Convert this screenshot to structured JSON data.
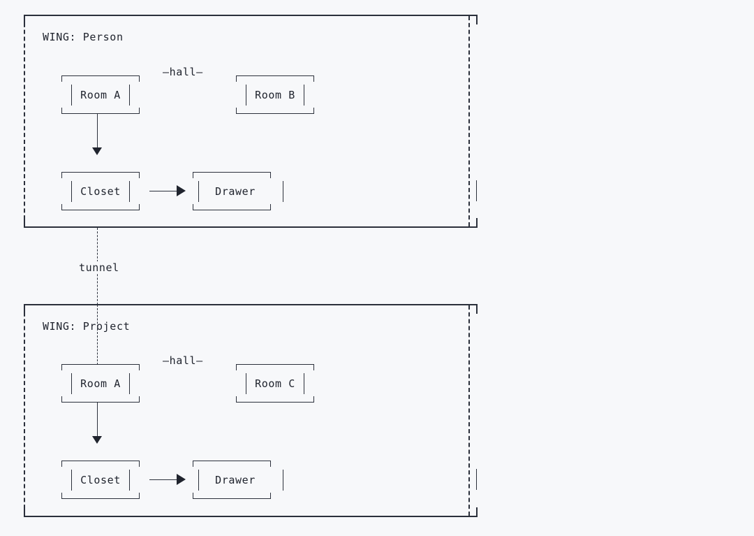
{
  "diagram": {
    "style": "ascii-art",
    "background_color": "#f7f8fa",
    "ink_color": "#20242e",
    "wings": [
      {
        "id": "wing-person",
        "title": "WING: Person",
        "rooms": [
          {
            "id": "person-room-a",
            "label": "Room A",
            "style": "full"
          },
          {
            "id": "person-room-b",
            "label": "Room B",
            "style": "full"
          },
          {
            "id": "person-closet",
            "label": "Closet",
            "style": "full"
          },
          {
            "id": "person-drawer",
            "label": "Drawer",
            "style": "drawer"
          }
        ],
        "edges": [
          {
            "id": "person-hall",
            "label": "—hall—",
            "from": "Room A",
            "to": "Room B",
            "kind": "hall"
          },
          {
            "id": "person-room-a-to-closet",
            "label": "",
            "from": "Room A",
            "to": "Closet",
            "kind": "down-arrow"
          },
          {
            "id": "person-closet-to-drawer",
            "label": "",
            "from": "Closet",
            "to": "Drawer",
            "kind": "right-arrow"
          }
        ]
      },
      {
        "id": "wing-project",
        "title": "WING: Project",
        "rooms": [
          {
            "id": "project-room-a",
            "label": "Room A",
            "style": "full"
          },
          {
            "id": "project-room-c",
            "label": "Room C",
            "style": "full"
          },
          {
            "id": "project-closet",
            "label": "Closet",
            "style": "full"
          },
          {
            "id": "project-drawer",
            "label": "Drawer",
            "style": "drawer"
          }
        ],
        "edges": [
          {
            "id": "project-hall",
            "label": "—hall—",
            "from": "Room A",
            "to": "Room C",
            "kind": "hall"
          },
          {
            "id": "project-room-a-to-closet",
            "label": "",
            "from": "Room A",
            "to": "Closet",
            "kind": "down-arrow"
          },
          {
            "id": "project-closet-to-drawer",
            "label": "",
            "from": "Closet",
            "to": "Drawer",
            "kind": "right-arrow"
          }
        ]
      }
    ],
    "tunnel": {
      "id": "tunnel",
      "label": "tunnel",
      "from": "WING: Person",
      "to": "WING: Project"
    }
  }
}
